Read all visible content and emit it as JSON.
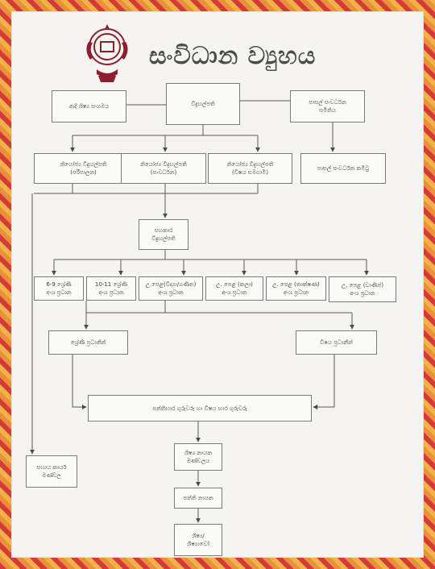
{
  "title": "සංවිධාන ව්‍යුහය",
  "colors": {
    "logo": "#8b1f2f",
    "border_red": "#d43a3a",
    "border_orange": "#e8903c",
    "box_border": "#7b7b7b"
  },
  "logo_icon": "school-crest-icon",
  "nodes": {
    "principal": {
      "l1": "විදුහල්පති",
      "l2": ""
    },
    "alumni": {
      "l1": "ආදි ශිෂ්‍ය සංගමය",
      "l2": ""
    },
    "sdc": {
      "l1": "පාසල් සංවර්ධන",
      "l2": "සමිතිය"
    },
    "dp_admin": {
      "l1": "නියෝජ්‍ය විදුහල්පති",
      "l2": "(පරිපාලන)"
    },
    "dp_dev": {
      "l1": "නියෝජ්‍ය විදුහල්පති",
      "l2": "(සංවර්ධන)"
    },
    "dp_subject": {
      "l1": "නියෝජ්‍ය විදුහල්පති",
      "l2": "(විෂය සමගාමී)"
    },
    "sdc_committees": {
      "l1": "පාසල් සංවර්ධන කමිටු",
      "l2": ""
    },
    "asst_principal": {
      "l1": "සහකාර",
      "l2": "විදුහල්පති"
    },
    "sec_69": {
      "l1": "6-9 ශ්‍රේණි",
      "l2": "අංශ ප්‍රධාන"
    },
    "sec_1011": {
      "l1": "10-11 ශ්‍රේණි",
      "l2": "අංශ ප්‍රධාන"
    },
    "sec_al_sci": {
      "l1": "උ.පෙළ(විද්‍යා/ගණිත)",
      "l2": "අංශ ප්‍රධාන"
    },
    "sec_al_arts": {
      "l1": "උ. පෙළ (කලා)",
      "l2": "අංශ ප්‍රධාන"
    },
    "sec_al_tech": {
      "l1": "උ. පෙළ (තාක්ෂණ)",
      "l2": "අංශ ප්‍රධාන"
    },
    "sec_al_com": {
      "l1": "උ. පෙළ (වාණිජ)",
      "l2": "අංශ ප්‍රධාන"
    },
    "grade_heads": {
      "l1": "ශ්‍රේණි ප්‍රධානීන්",
      "l2": ""
    },
    "subject_heads": {
      "l1": "විෂය ප්‍රධානීන්",
      "l2": ""
    },
    "teachers": {
      "l1": "පන්තිභාර ගුරුවරු හා විෂය භාර ගුරුවරු",
      "l2": ""
    },
    "support": {
      "l1": "සහාය කාර්ය",
      "l2": "මණ්ඩල"
    },
    "prefects": {
      "l1": "ශිෂ්‍ය නායක",
      "l2": "මණ්ඩලය"
    },
    "class_leaders": {
      "l1": "පන්ති නායක",
      "l2": ""
    },
    "students": {
      "l1": "ශිෂ්‍ය/",
      "l2": "ශිෂ්‍යාවෝ"
    }
  }
}
